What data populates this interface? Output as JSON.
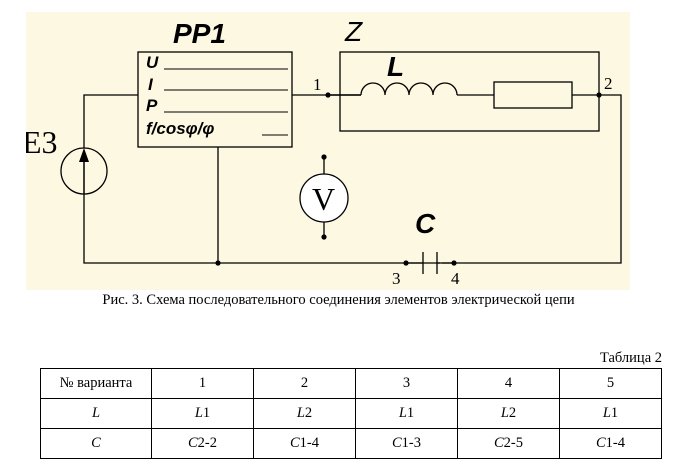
{
  "figure": {
    "labels": {
      "device": "PP1",
      "meter_rows": [
        "U",
        "I",
        "P",
        "f/cosφ/φ"
      ],
      "impedance": "Z",
      "inductor": "L",
      "capacitor": "C",
      "source": "E3",
      "voltmeter": "V",
      "nodes": [
        "1",
        "2",
        "3",
        "4"
      ]
    },
    "colors": {
      "panel_background": "#fdf8e2",
      "line": "#000000"
    }
  },
  "caption": "Рис. 3. Схема последовательного соединения элементов электрической цепи",
  "table": {
    "title": "Таблица 2",
    "header": [
      "№ варианта",
      "1",
      "2",
      "3",
      "4",
      "5"
    ],
    "rows": [
      {
        "label": "L",
        "values": [
          {
            "prefix": "L",
            "suffix": "1"
          },
          {
            "prefix": "L",
            "suffix": "2"
          },
          {
            "prefix": "L",
            "suffix": "1"
          },
          {
            "prefix": "L",
            "suffix": "2"
          },
          {
            "prefix": "L",
            "suffix": "1"
          }
        ]
      },
      {
        "label": "C",
        "values": [
          {
            "prefix": "C",
            "suffix": "2-2"
          },
          {
            "prefix": "C",
            "suffix": "1-4"
          },
          {
            "prefix": "C",
            "suffix": "1-3"
          },
          {
            "prefix": "C",
            "suffix": "2-5"
          },
          {
            "prefix": "C",
            "suffix": "1-4"
          }
        ]
      }
    ]
  }
}
